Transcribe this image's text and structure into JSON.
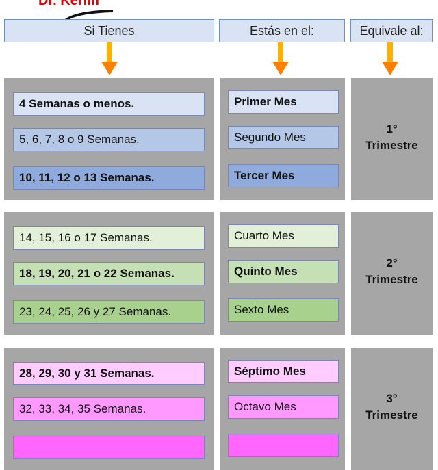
{
  "logo": "Dr. Kerim",
  "headers": [
    "Si Tienes",
    "Estás en el:",
    "Equivale al:"
  ],
  "colors": {
    "panel": "#a6a6a6",
    "arrow": "#ff8c00"
  },
  "trimesters": [
    {
      "label": "1°",
      "sub": "Trimestre",
      "weeks": [
        "4 Semanas o menos.",
        "5, 6, 7, 8 o 9 Semanas.",
        "10, 11, 12 o 13 Semanas."
      ],
      "months": [
        "Primer Mes",
        "Segundo Mes",
        "Tercer Mes"
      ],
      "colors": [
        "#dae3f3",
        "#b4c7e7",
        "#8faadc"
      ]
    },
    {
      "label": "2°",
      "sub": "Trimestre",
      "weeks": [
        "14, 15, 16 o 17 Semanas.",
        "18, 19, 20, 21 o 22 Semanas.",
        "23, 24, 25, 26 y 27 Semanas."
      ],
      "months": [
        "Cuarto Mes",
        "Quinto Mes",
        "Sexto Mes"
      ],
      "colors": [
        "#e2f0d9",
        "#c5e0b4",
        "#a9d18e"
      ]
    },
    {
      "label": "3°",
      "sub": "Trimestre",
      "weeks": [
        "28, 29, 30 y 31 Semanas.",
        "32, 33, 34, 35 Semanas.",
        ""
      ],
      "months": [
        "Séptimo Mes",
        "Octavo Mes",
        ""
      ],
      "colors": [
        "#ffccff",
        "#ff99ff",
        "#ff66ff"
      ]
    }
  ]
}
